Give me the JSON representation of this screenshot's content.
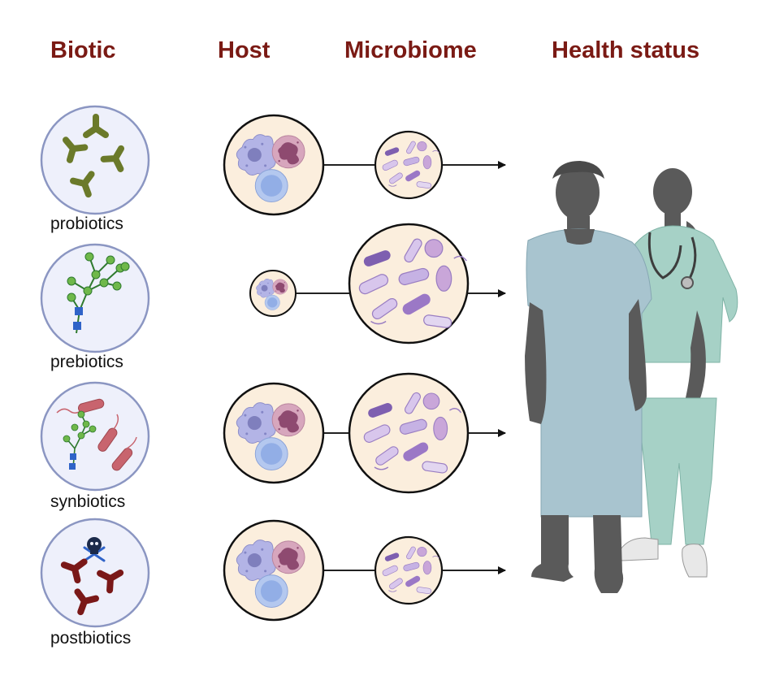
{
  "headers": {
    "biotic": "Biotic",
    "host": "Host",
    "microbiome": "Microbiome",
    "health_status": "Health status"
  },
  "rows": [
    {
      "label": "probiotics",
      "icon": "probiotic-bacteria-icon"
    },
    {
      "label": "prebiotics",
      "icon": "prebiotic-fiber-chain-icon"
    },
    {
      "label": "synbiotics",
      "icon": "synbiotic-bacteria-fiber-icon"
    },
    {
      "label": "postbiotics",
      "icon": "postbiotic-dead-bacteria-skull-icon"
    }
  ],
  "colors": {
    "header": "#7a1a14",
    "biotic_circle_fill": "#eef0fb",
    "biotic_circle_stroke": "#8b96c2",
    "host_circle_fill": "#fbeedd",
    "probiotic_green": "#6b7a2a",
    "fiber_green": "#6fb84a",
    "fiber_blue": "#2f63c8",
    "synbiotic_red": "#c8646e",
    "postbiotic_dark_red": "#7a1818",
    "patient_gown": "#a8c4cf",
    "scrubs": "#a6d1c6",
    "silhouette": "#5a5a5a"
  },
  "figures": [
    "patient-figure",
    "doctor-figure"
  ]
}
